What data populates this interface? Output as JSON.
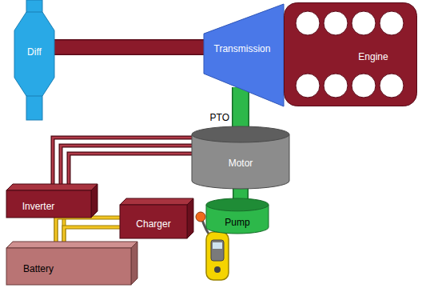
{
  "diagram": {
    "nodes": [
      {
        "text": [
          "Diff"
        ]
      },
      {
        "text": [
          "Transmission"
        ]
      },
      {
        "text": [
          "Engine"
        ]
      },
      {
        "text": [
          "Motor"
        ]
      },
      {
        "text": [
          "Pump"
        ]
      },
      {
        "text": [
          "Inverter"
        ]
      },
      {
        "text": [
          "Charger"
        ]
      },
      {
        "text": [
          "Battery"
        ]
      }
    ],
    "edges": [
      {
        "from": 0,
        "to": 1,
        "arrow": "none"
      },
      {
        "from": 1,
        "to": 3,
        "label": "PTO",
        "arrow": "none"
      },
      {
        "from": 3,
        "to": 4,
        "arrow": "none"
      },
      {
        "from": 5,
        "to": 3,
        "arrow": "none"
      },
      {
        "from": 5,
        "to": 7,
        "arrow": "none"
      },
      {
        "from": 6,
        "to": 7,
        "arrow": "none"
      }
    ]
  }
}
